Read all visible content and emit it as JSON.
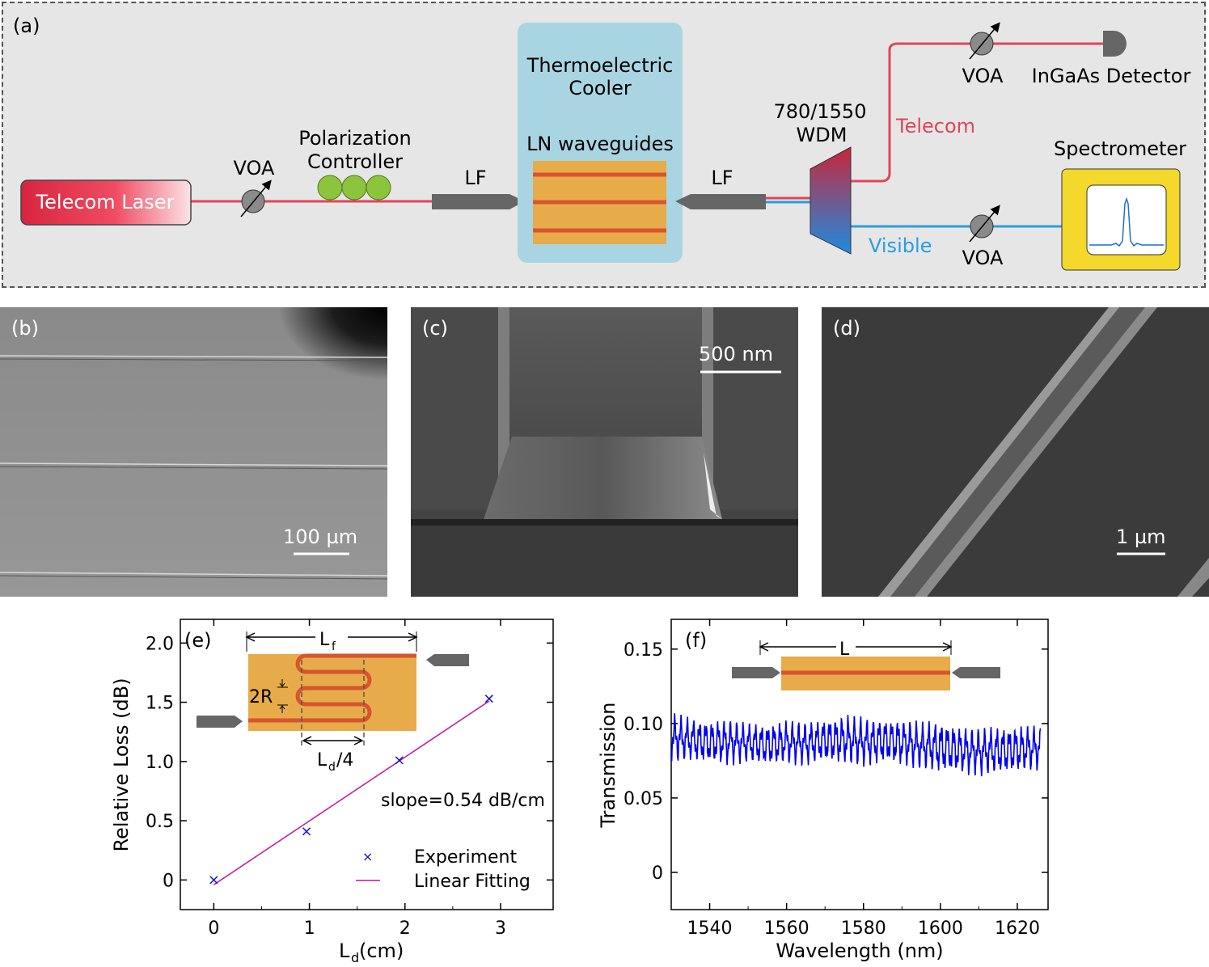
{
  "panel_a": {
    "label": "(a)",
    "laser": "Telecom Laser",
    "voa": "VOA",
    "pc_line1": "Polarization",
    "pc_line2": "Controller",
    "lf": "LF",
    "tec_line1": "Thermoelectric",
    "tec_line2": "Cooler",
    "ln": "LN waveguides",
    "wdm_line1": "780/1550",
    "wdm_line2": "WDM",
    "telecom": "Telecom",
    "visible": "Visible",
    "detector": "InGaAs Detector",
    "spectrometer": "Spectrometer",
    "colors": {
      "telecom_red": "#e0455a",
      "visible_blue": "#2a9de0",
      "tec": "#a9d5e2",
      "chip": "#e8ab4a",
      "waveguide": "#d6552f",
      "spectrometer": "#f4d82b",
      "pc": "#8cc43e"
    }
  },
  "panel_b": {
    "label": "(b)",
    "scale": "100 µm"
  },
  "panel_c": {
    "label": "(c)",
    "scale": "500 nm"
  },
  "panel_d": {
    "label": "(d)",
    "scale": "1 µm"
  },
  "panel_e": {
    "label": "(e)",
    "inset_lf": "L",
    "inset_lf_sub": "f",
    "inset_2r": "2R",
    "inset_ld": "L",
    "inset_ld_sub": "d",
    "inset_ld_tail": "/4",
    "slope": "slope=0.54 dB/cm",
    "legend_exp": "Experiment",
    "legend_fit": "Linear Fitting",
    "ylabel": "Relative Loss (dB)",
    "xlabel_main": "L",
    "xlabel_sub": "d",
    "xlabel_tail": "(cm)"
  },
  "panel_f": {
    "label": "(f)",
    "inset_l": "L",
    "ylabel": "Transmission",
    "xlabel": "Wavelength (nm)"
  },
  "chart_data": [
    {
      "type": "scatter",
      "panel": "e",
      "series": [
        {
          "name": "Experiment",
          "x": [
            0,
            0.97,
            1.94,
            2.88
          ],
          "y": [
            0,
            0.41,
            1.01,
            1.53
          ]
        },
        {
          "name": "Linear Fitting",
          "x": [
            0,
            2.88
          ],
          "y": [
            -0.04,
            1.51
          ]
        }
      ],
      "xticks": [
        "0",
        "1",
        "2",
        "3"
      ],
      "yticks": [
        "0",
        "0.5",
        "1.0",
        "1.5",
        "2.0"
      ],
      "xlim": [
        -0.35,
        3.55
      ],
      "ylim": [
        -0.25,
        2.2
      ],
      "annotation": "slope=0.54 dB/cm",
      "legend_position": "bottom-right"
    },
    {
      "type": "line",
      "panel": "f",
      "series": [
        {
          "x": [
            1530,
            1535,
            1540,
            1545,
            1550,
            1555,
            1560,
            1565,
            1570,
            1575,
            1580,
            1585,
            1590,
            1595,
            1600,
            1605,
            1610,
            1615,
            1620,
            1626
          ],
          "y_max": [
            0.108,
            0.105,
            0.103,
            0.104,
            0.101,
            0.101,
            0.103,
            0.102,
            0.104,
            0.107,
            0.105,
            0.104,
            0.104,
            0.102,
            0.103,
            0.099,
            0.098,
            0.099,
            0.1,
            0.099
          ],
          "y_min": [
            0.073,
            0.074,
            0.072,
            0.071,
            0.073,
            0.071,
            0.072,
            0.071,
            0.073,
            0.072,
            0.07,
            0.072,
            0.071,
            0.068,
            0.066,
            0.065,
            0.064,
            0.065,
            0.066,
            0.068
          ]
        }
      ],
      "xticks": [
        "1540",
        "1560",
        "1580",
        "1600",
        "1620"
      ],
      "yticks": [
        "0",
        "0.05",
        "0.10",
        "0.15"
      ],
      "xlim": [
        1530,
        1628
      ],
      "ylim": [
        -0.025,
        0.17
      ],
      "color": "#0000ee"
    }
  ]
}
